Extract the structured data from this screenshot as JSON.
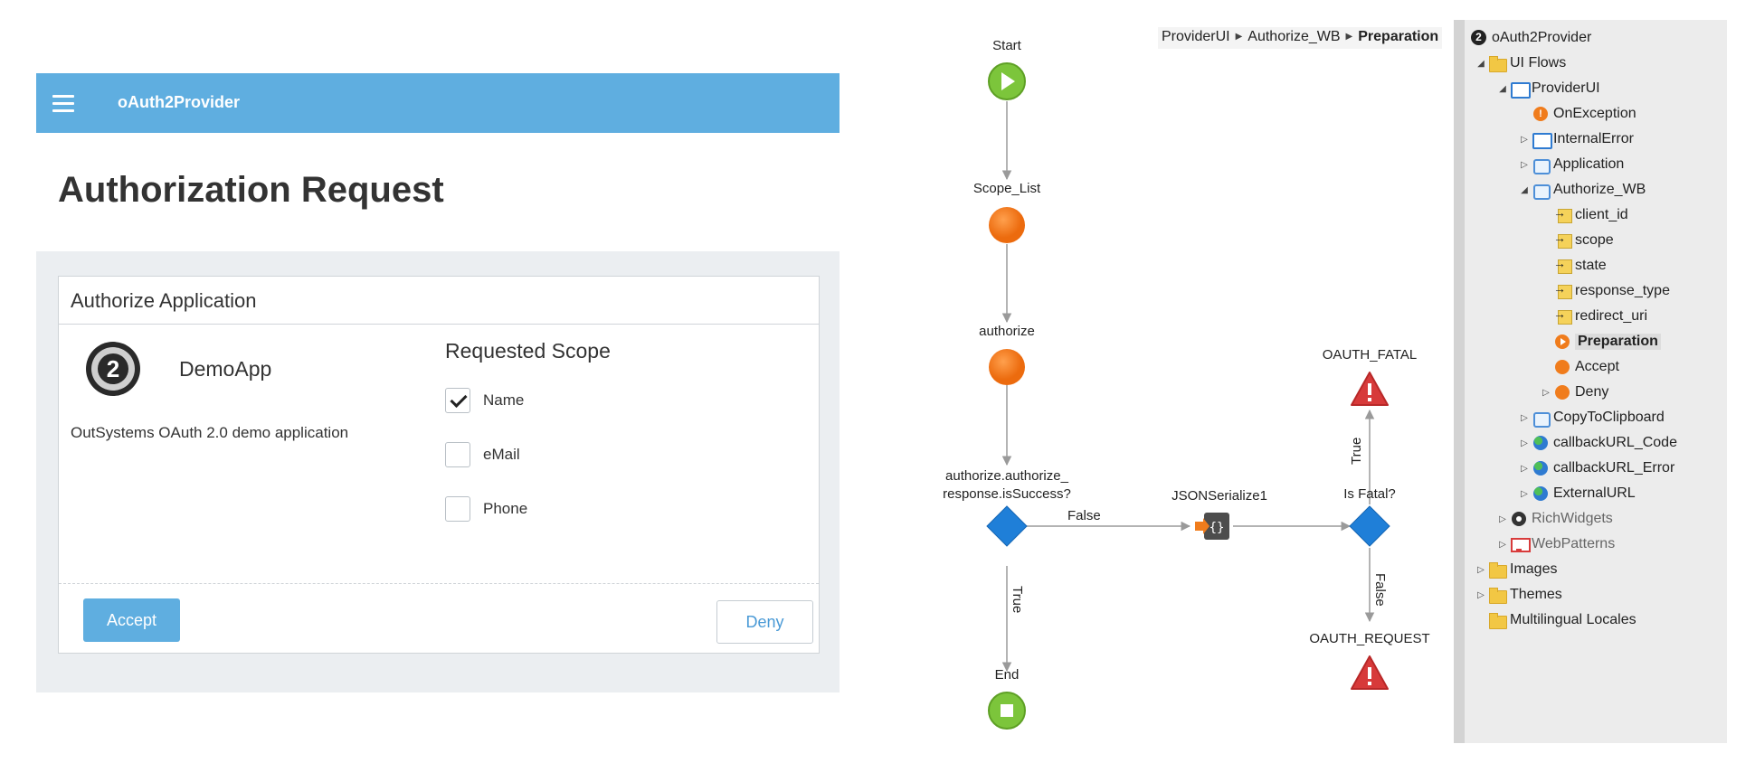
{
  "app": {
    "title": "oAuth2Provider",
    "page_title": "Authorization Request",
    "card_title": "Authorize Application",
    "app_name": "DemoApp",
    "app_description": "OutSystems OAuth 2.0 demo application",
    "logo_text": "2",
    "scope_title": "Requested Scope",
    "scopes": [
      {
        "label": "Name",
        "checked": true
      },
      {
        "label": "eMail",
        "checked": false
      },
      {
        "label": "Phone",
        "checked": false
      }
    ],
    "accept_label": "Accept",
    "deny_label": "Deny",
    "colors": {
      "header": "#5faee0",
      "accent": "#5faee0"
    }
  },
  "breadcrumb": {
    "items": [
      "ProviderUI",
      "Authorize_WB"
    ],
    "current": "Preparation"
  },
  "flow": {
    "nodes": {
      "start": "Start",
      "scope_list": "Scope_List",
      "authorize": "authorize",
      "if_success_line1": "authorize.authorize_",
      "if_success_line2": "response.isSuccess?",
      "json": "JSONSerialize1",
      "is_fatal": "Is Fatal?",
      "oauth_fatal": "OAUTH_FATAL",
      "oauth_request": "OAUTH_REQUEST",
      "end": "End"
    },
    "edges": {
      "false_1": "False",
      "true_1": "True",
      "true_2": "True",
      "false_2": "False"
    }
  },
  "tree": {
    "module": "oAuth2Provider",
    "ui_flows": "UI Flows",
    "provider_ui": "ProviderUI",
    "on_exception": "OnException",
    "internal_error": "InternalError",
    "application": "Application",
    "authorize_wb": "Authorize_WB",
    "params": [
      "client_id",
      "scope",
      "state",
      "response_type",
      "redirect_uri"
    ],
    "preparation": "Preparation",
    "accept": "Accept",
    "deny": "Deny",
    "copy_to_clipboard": "CopyToClipboard",
    "callback_code": "callbackURL_Code",
    "callback_error": "callbackURL_Error",
    "external_url": "ExternalURL",
    "rich_widgets": "RichWidgets",
    "web_patterns": "WebPatterns",
    "images": "Images",
    "themes": "Themes",
    "multilingual": "Multilingual Locales"
  }
}
